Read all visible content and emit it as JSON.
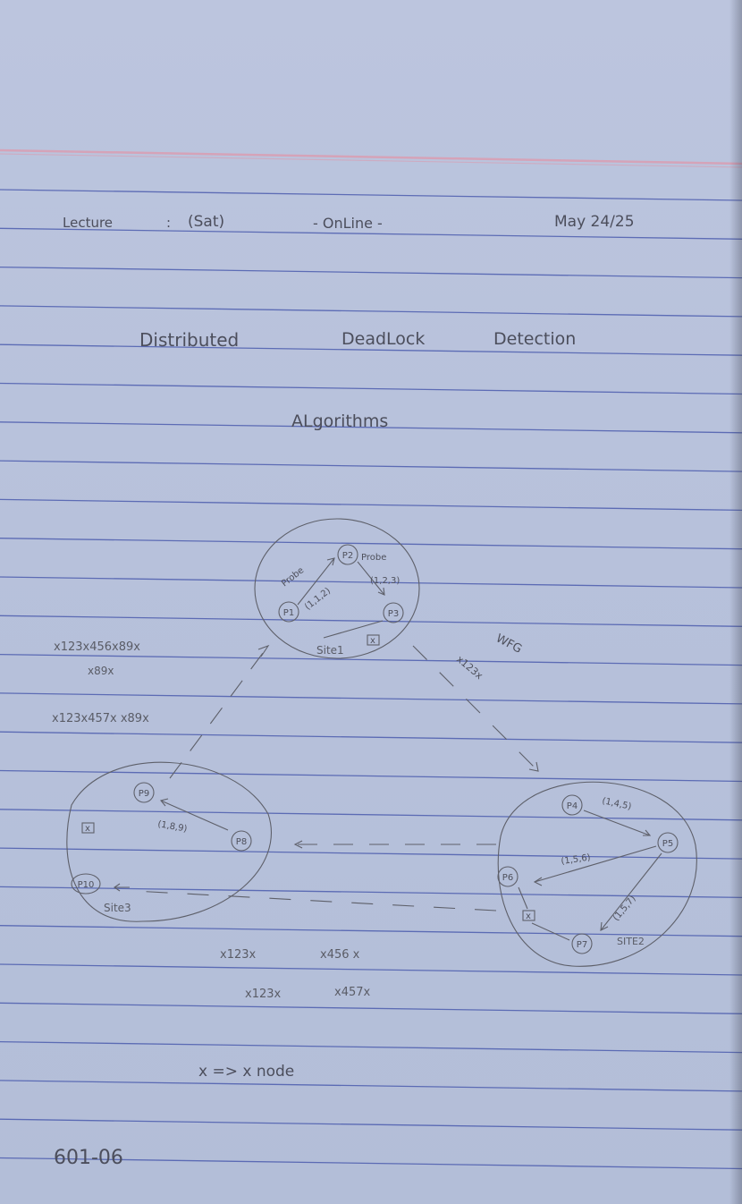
{
  "header": {
    "lecture": "Lecture",
    "separator": ":",
    "day": "(Sat)",
    "mode": "- OnLine -",
    "date": "May 24/25"
  },
  "title": {
    "line1_word1": "Distributed",
    "line1_word2": "DeadLock",
    "line1_word3": "Detection",
    "line2": "ALgorithms"
  },
  "diagram": {
    "site1": {
      "label": "Site1",
      "nodes": [
        "P1",
        "P2",
        "P3"
      ],
      "probe_label_1": "Probe",
      "probe_label_2": "Probe",
      "tuple_1": "(1,1,2)",
      "tuple_2": "(1,2,3)",
      "marker": "x"
    },
    "site2": {
      "label": "SITE2",
      "nodes": [
        "P4",
        "P5",
        "P6",
        "P7"
      ],
      "tuple_1": "(1,4,5)",
      "tuple_2": "(1,5,6)",
      "tuple_3": "(1,5,7)",
      "marker": "x"
    },
    "site3": {
      "label": "Site3",
      "nodes": [
        "P9",
        "P8",
        "P10"
      ],
      "tuple_1": "(1,8,9)",
      "marker": "x"
    },
    "wfg_label": "WFG",
    "edge_label": "x123x"
  },
  "notes": {
    "left_1": "x123x456x89x",
    "left_2": "x89x",
    "left_3": "x123x457x x89x",
    "bottom_1a": "x123x",
    "bottom_1b": "x456 x",
    "bottom_2a": "x123x",
    "bottom_2b": "x457x",
    "legend": "x => x node"
  },
  "footer": {
    "code": "601-06"
  },
  "colors": {
    "paper": "#b9c3dc",
    "rule": "#3e4fa8",
    "margin_rule": "#d5a3b8",
    "ink": "#4c4e5c"
  }
}
